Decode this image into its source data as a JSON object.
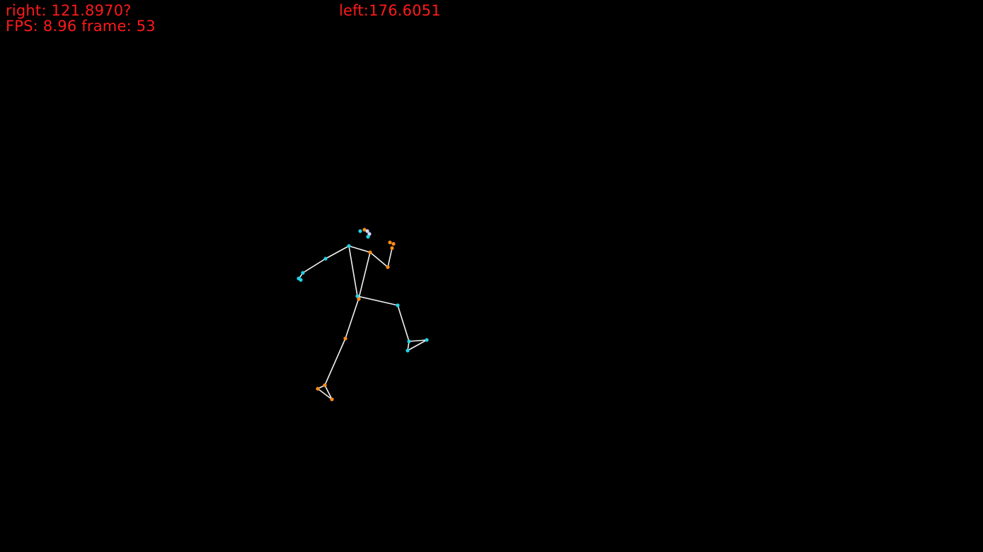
{
  "overlay": {
    "right_angle": "right: 121.8970?",
    "left_angle": "left:176.6051",
    "fps_label": "FPS:",
    "fps_value": "8.96",
    "frame_label": "frame:",
    "frame_value": "53",
    "text_color": "#ff1a1a"
  },
  "colors": {
    "background": "#000000",
    "bone": "#f2f2f2",
    "joint_right": "#22d3e6",
    "joint_left": "#ff8c1a",
    "joint_face_light": "#d0d8ff"
  }
}
